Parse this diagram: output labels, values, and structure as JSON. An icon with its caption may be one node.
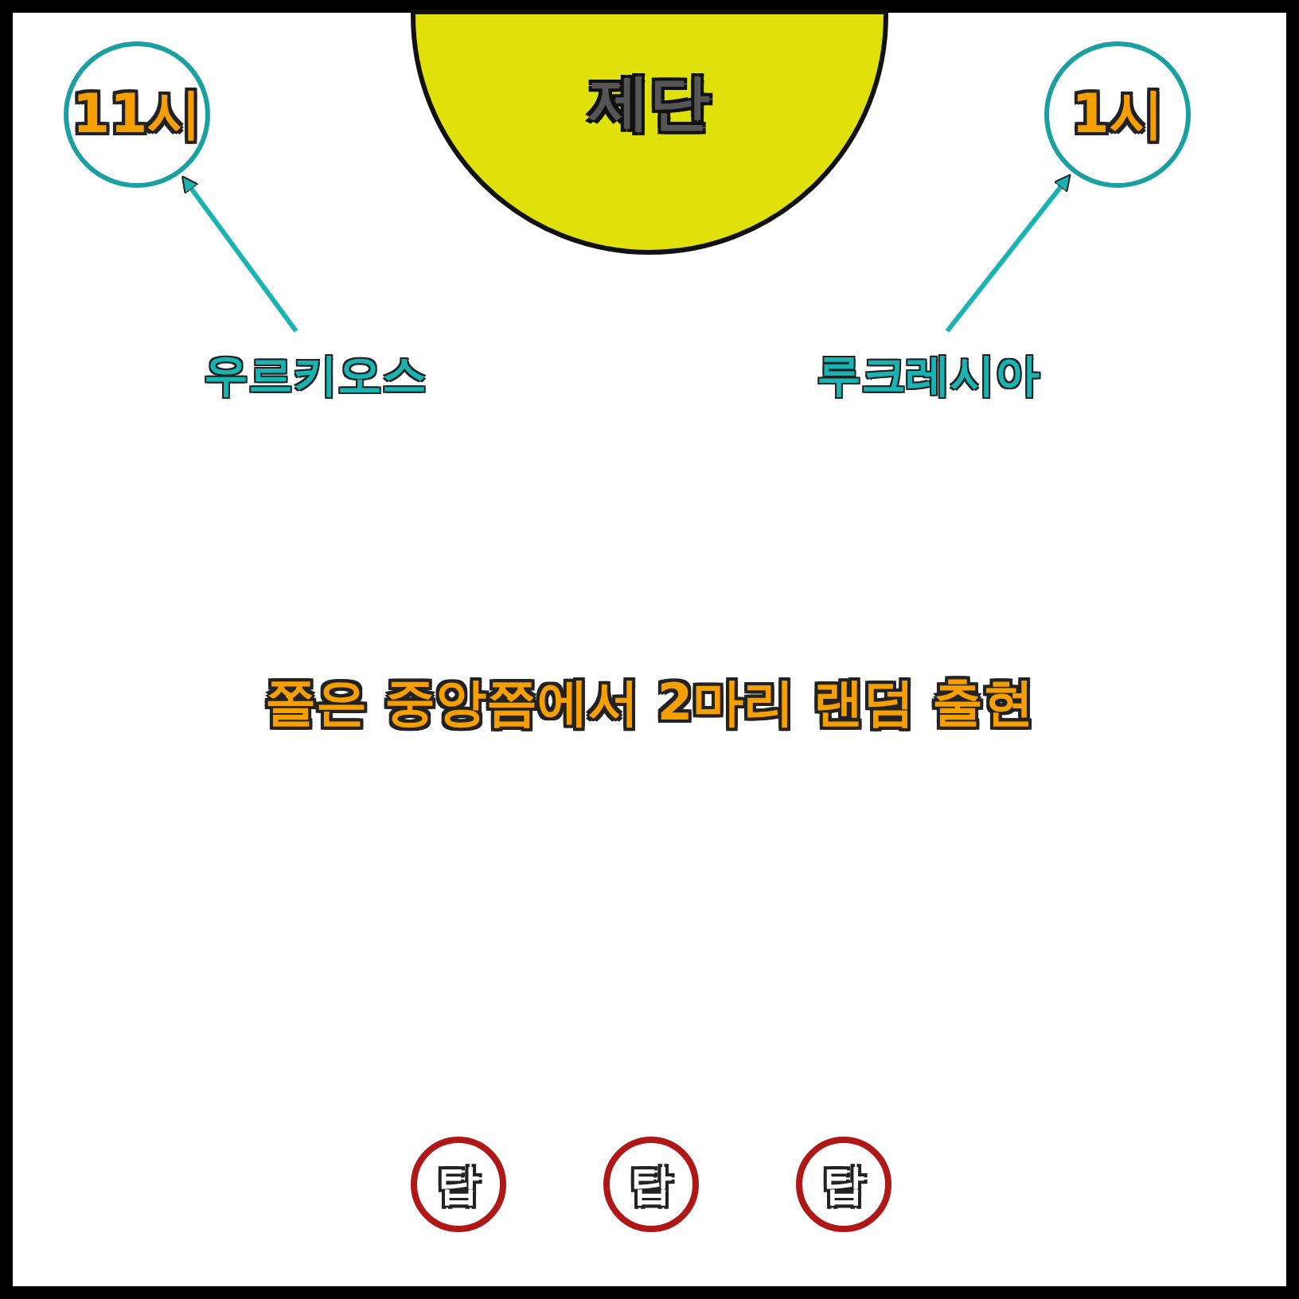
{
  "diagram": {
    "nodes": [
      {
        "text": [
          "제단"
        ]
      },
      {
        "text": [
          "11시"
        ]
      },
      {
        "text": [
          "1시"
        ]
      },
      {
        "text": [
          "우르키오스"
        ]
      },
      {
        "text": [
          "루크레시아"
        ]
      },
      {
        "text": [
          "탑"
        ]
      },
      {
        "text": [
          "탑"
        ]
      },
      {
        "text": [
          "탑"
        ]
      }
    ],
    "edges": [
      {
        "from": 3,
        "to": 1,
        "arrow": "to"
      },
      {
        "from": 4,
        "to": 2,
        "arrow": "to"
      }
    ],
    "labels": [
      "쫄은 중앙쯤에서 2마리 랜덤 출현"
    ]
  }
}
